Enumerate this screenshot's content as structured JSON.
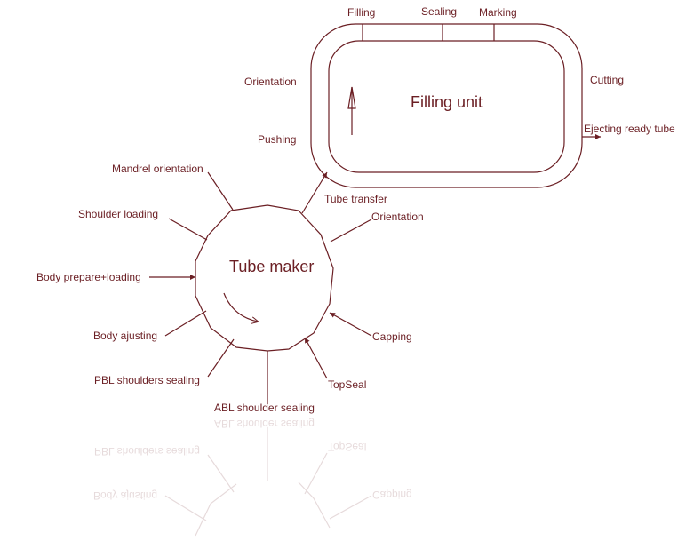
{
  "colors": {
    "stroke": "#6b1f24",
    "text": "#6b1f24",
    "background": "#ffffff"
  },
  "filling_unit": {
    "title": "Filling unit",
    "labels": {
      "filling": "Filling",
      "sealing": "Sealing",
      "marking": "Marking",
      "cutting": "Cutting",
      "ejecting": "Ejecting  ready  tube",
      "orientation": "Orientation",
      "pushing": "Pushing"
    }
  },
  "transfer_label": "Tube   transfer",
  "tube_maker": {
    "title": "Tube maker",
    "labels": {
      "mandrel_orientation": "Mandrel   orientation",
      "shoulder_loading": "Shoulder   loading",
      "body_prepare_loading": "Body   prepare+loading",
      "body_adjusting": "Body   ajusting",
      "pbl_shoulders_sealing": "PBL  shoulders  sealing",
      "abl_shoulder_sealing": "ABL  shoulder  sealing",
      "topseal": "TopSeal",
      "capping": "Capping",
      "orientation": "Orientation"
    }
  }
}
